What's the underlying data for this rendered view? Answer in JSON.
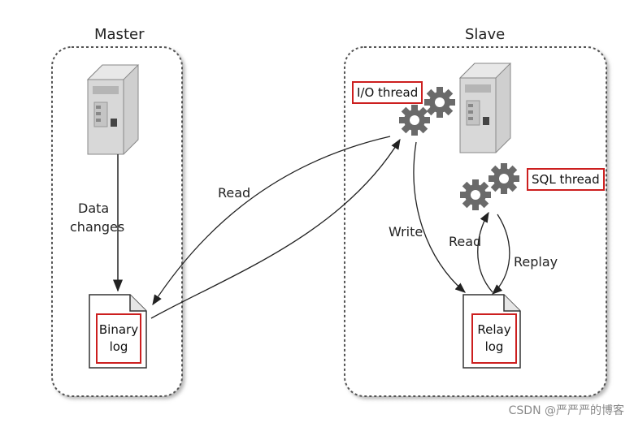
{
  "master": {
    "title": "Master",
    "data_changes": [
      "Data",
      "changes"
    ],
    "binary_log": [
      "Binary",
      "log"
    ]
  },
  "slave": {
    "title": "Slave",
    "io_thread": "I/O thread",
    "sql_thread": "SQL thread",
    "relay_log": [
      "Relay",
      "log"
    ]
  },
  "arrows": {
    "read_master": "Read",
    "write": "Write",
    "read_slave": "Read",
    "replay": "Replay"
  },
  "watermark": "CSDN @严严严的博客",
  "colors": {
    "highlight": "#cc1f1f",
    "line": "#222222",
    "panel_border": "#555555"
  },
  "icons": [
    "server-icon",
    "gear-icon",
    "document-icon"
  ]
}
